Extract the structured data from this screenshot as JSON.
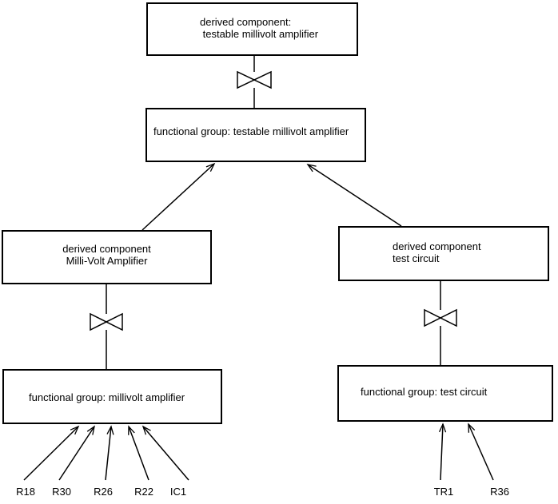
{
  "diagram": {
    "background": "#ffffff",
    "line_color": "#000000",
    "nodes": {
      "derived_testable": {
        "line1": "derived component:",
        "line2": " testable millivolt amplifier"
      },
      "fg_testable": {
        "label": "functional group: testable millivolt amplifier"
      },
      "derived_mva": {
        "line1": "derived component",
        "line2": "Milli-Volt Amplifier"
      },
      "derived_test": {
        "line1": "derived component",
        "line2": "test circuit"
      },
      "fg_mva": {
        "label": "functional group: millivolt amplifier"
      },
      "fg_test": {
        "label": "functional group: test circuit"
      }
    },
    "leaf_components": {
      "left": [
        "R18",
        "R30",
        "R26",
        "R22",
        "IC1"
      ],
      "right": [
        "TR1",
        "R36"
      ]
    }
  }
}
